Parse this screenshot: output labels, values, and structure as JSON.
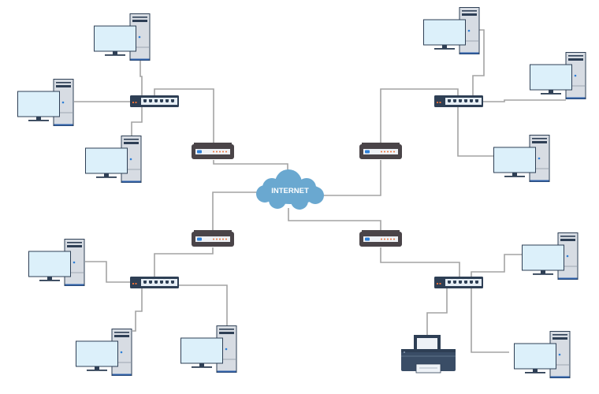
{
  "cloud": {
    "label": "INTERNET",
    "color": "#6aa8d0",
    "icon": "cloud-icon"
  },
  "colors": {
    "device_dark": "#2e3f55",
    "router_body": "#4a4448",
    "screen": "#dcf0fa",
    "tower": "#d7dce3",
    "wire": "#a3a3a3",
    "led": "#e8703a",
    "port_blue": "#2e7fd6"
  },
  "groups": [
    {
      "name": "top-left",
      "computers": 3
    },
    {
      "name": "top-right",
      "computers": 3
    },
    {
      "name": "bottom-left",
      "computers": 3
    },
    {
      "name": "bottom-right",
      "computers": 2,
      "printers": 1
    }
  ]
}
